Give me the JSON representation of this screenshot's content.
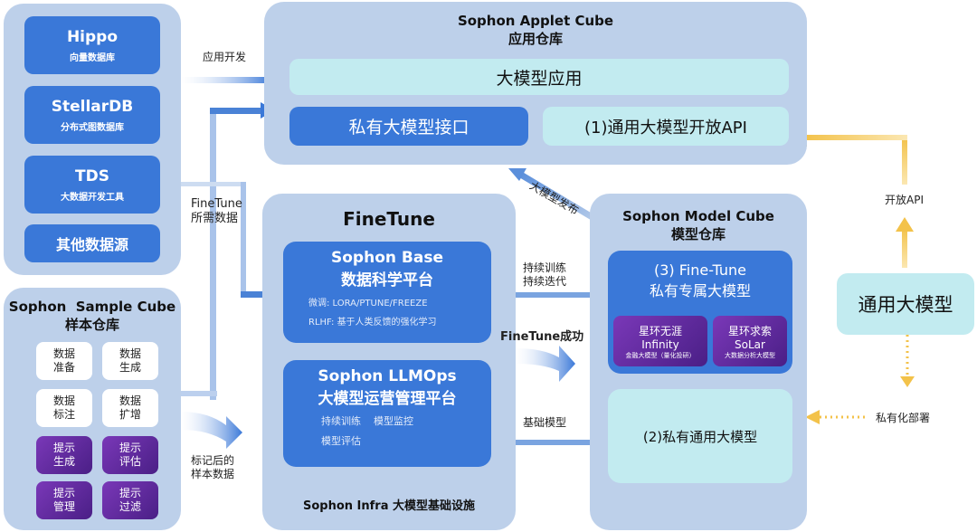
{
  "data_sources": {
    "items": [
      {
        "title": "Hippo",
        "subtitle": "向量数据库"
      },
      {
        "title": "StellarDB",
        "subtitle": "分布式图数据库"
      },
      {
        "title": "TDS",
        "subtitle": "大数据开发工具"
      },
      {
        "title": "其他数据源",
        "subtitle": ""
      }
    ]
  },
  "sample_cube": {
    "title": "Sophon  Sample Cube",
    "subtitle": "样本仓库",
    "items": [
      {
        "line1": "数据",
        "line2": "准备",
        "style": "white"
      },
      {
        "line1": "数据",
        "line2": "生成",
        "style": "white"
      },
      {
        "line1": "数据",
        "line2": "标注",
        "style": "white"
      },
      {
        "line1": "数据",
        "line2": "扩增",
        "style": "white"
      },
      {
        "line1": "提示",
        "line2": "生成",
        "style": "purple"
      },
      {
        "line1": "提示",
        "line2": "评估",
        "style": "purple"
      },
      {
        "line1": "提示",
        "line2": "管理",
        "style": "purple"
      },
      {
        "line1": "提示",
        "line2": "过滤",
        "style": "purple"
      }
    ]
  },
  "applet_cube": {
    "title": "Sophon Applet Cube",
    "subtitle": "应用仓库",
    "app_bar": "大模型应用",
    "private_api": "私有大模型接口",
    "open_api": "(1)通用大模型开放API"
  },
  "finetune": {
    "title": "FineTune",
    "base": {
      "title": "Sophon Base",
      "subtitle": "数据科学平台",
      "line1": "微调:  LORA/PTUNE/FREEZE",
      "line2": "RLHF: 基于人类反馈的强化学习"
    },
    "llmops": {
      "title": "Sophon LLMOps",
      "subtitle": "大模型运营管理平台",
      "line1": "持续训练    模型监控",
      "line2": "模型评估"
    },
    "infra": "Sophon Infra 大模型基础设施"
  },
  "model_cube": {
    "title": "Sophon Model Cube",
    "subtitle": "模型仓库",
    "private_model": {
      "title": "(3) Fine-Tune",
      "subtitle": "私有专属大模型",
      "sub_models": [
        {
          "cn": "星环无涯",
          "en": "Infinity",
          "desc": "金融大模型（量化投研）"
        },
        {
          "cn": "星环求索",
          "en": "SoLar",
          "desc": "大数据分析大模型"
        }
      ]
    },
    "general_private": "(2)私有通用大模型"
  },
  "general_model": "通用大模型",
  "labels": {
    "app_dev": "应用开发",
    "finetune_data_1": "FineTune",
    "finetune_data_2": "所需数据",
    "labeled_1": "标记后的",
    "labeled_2": "样本数据",
    "publish": "大模型发布",
    "continuous_1": "持续训练",
    "continuous_2": "持续迭代",
    "finetune_success": "FineTune成功",
    "base_model": "基础模型",
    "open_api": "开放API",
    "private_deploy": "私有化部署"
  },
  "colors": {
    "panel": "#bdd0ea",
    "blue": "#3a78d8",
    "cyan": "#c2ebf0",
    "purple": "#5a2696",
    "yellow": "#f3c24a"
  }
}
